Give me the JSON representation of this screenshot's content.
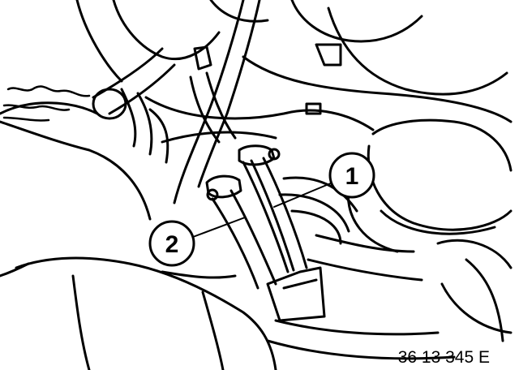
{
  "diagram": {
    "callouts": [
      {
        "id": "1",
        "label": "1"
      },
      {
        "id": "2",
        "label": "2"
      }
    ],
    "figure_code": "36 13 345 E",
    "colors": {
      "line": "#000000",
      "background": "#ffffff"
    }
  }
}
